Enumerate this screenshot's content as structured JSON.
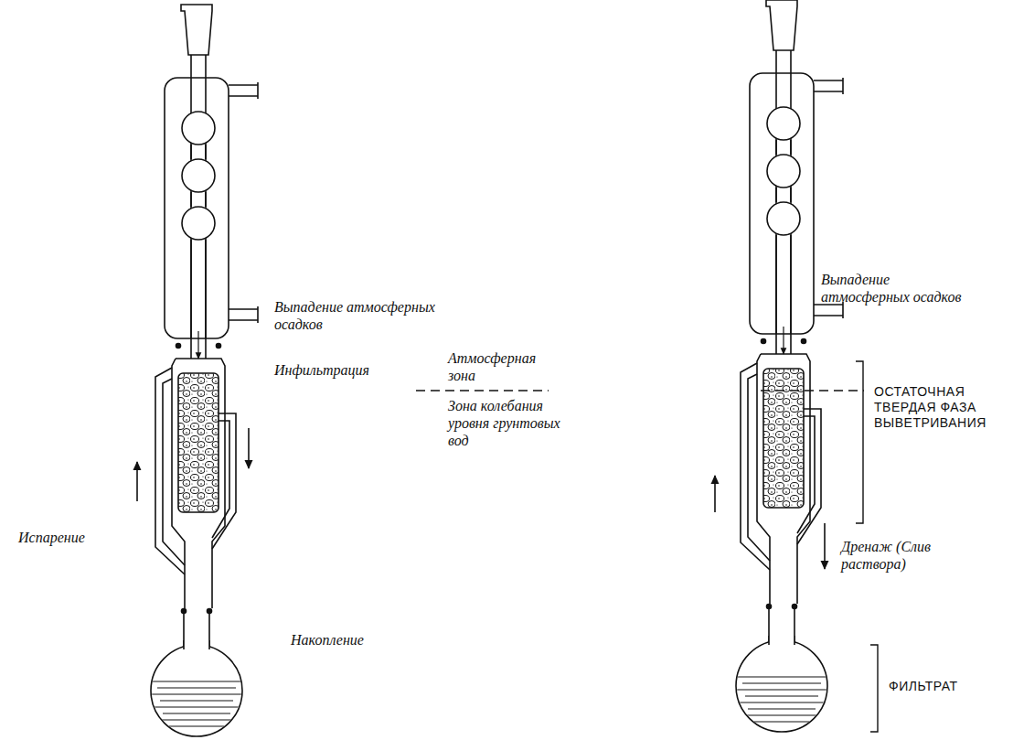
{
  "diagram": {
    "labels": [
      "Выпадение атмосферных осадков",
      "Инфильтрация",
      "Испарение",
      "Накопление",
      "Атмосферная зона",
      "Зона колебания уровня грунтовых вод",
      "Выпадение атмосферных осадков",
      "ОСТАТОЧНАЯ ТВЕРДАЯ ФАЗА ВЫВЕТРИВАНИЯ",
      "Дренаж (Слив раствора)",
      "ФИЛЬТРАТ"
    ]
  }
}
